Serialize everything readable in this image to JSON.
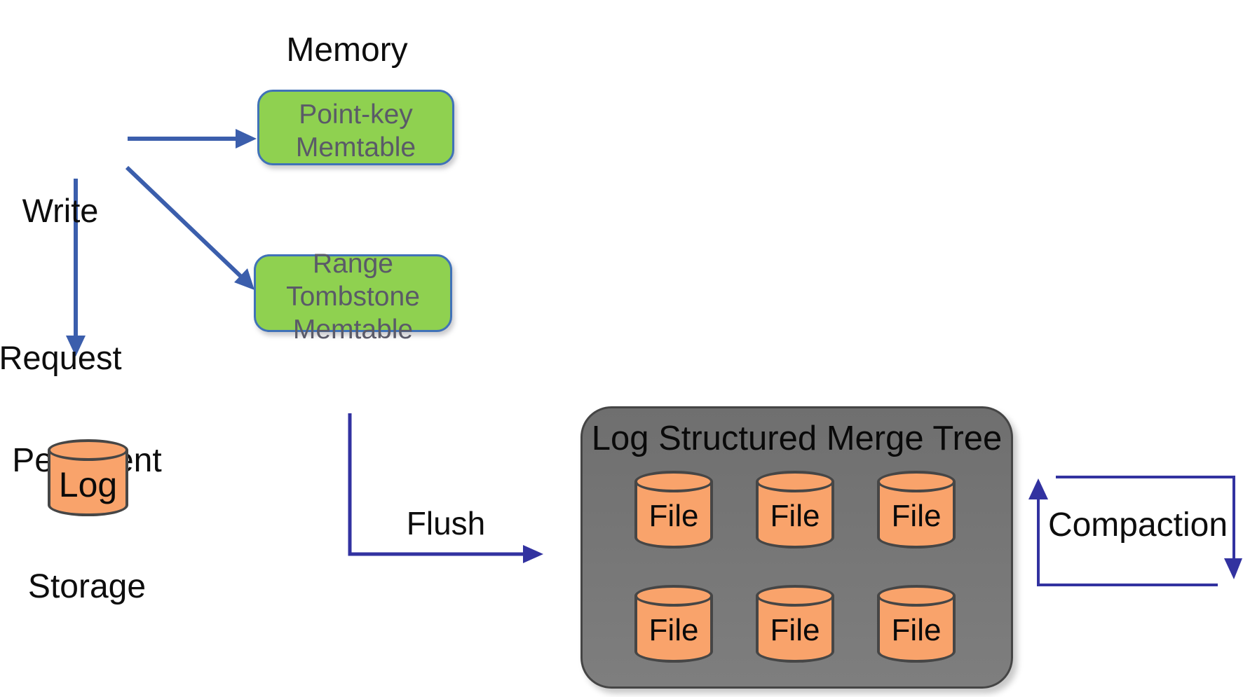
{
  "memory_section": {
    "title": "Memory",
    "memtables": [
      {
        "line1": "Point-key",
        "line2": "Memtable"
      },
      {
        "line1": "Range Tombstone",
        "line2": "Memtable"
      }
    ]
  },
  "write_request": {
    "line1": "Write",
    "line2": "Request"
  },
  "persistent_storage": {
    "line1": "Persistent",
    "line2": "Storage",
    "log_label": "Log"
  },
  "flush": {
    "label": "Flush"
  },
  "lsm": {
    "title": "Log Structured Merge Tree",
    "files": [
      "File",
      "File",
      "File",
      "File",
      "File",
      "File"
    ]
  },
  "compaction": {
    "label": "Compaction"
  },
  "colors": {
    "write_arrow_blue": "#3B5EAC",
    "flush_compaction_indigo": "#3232A0",
    "memtable_green_fill": "#8FD150",
    "memtable_border_blue": "#4072B8",
    "memtable_text_gray": "#5A5A68",
    "cylinder_orange_fill": "#F9A36B",
    "cylinder_stroke_gray": "#464646",
    "lsm_box_gray": "#757575",
    "lsm_box_border": "#454545",
    "text_black": "#0d0d0d",
    "background": "#ffffff"
  }
}
